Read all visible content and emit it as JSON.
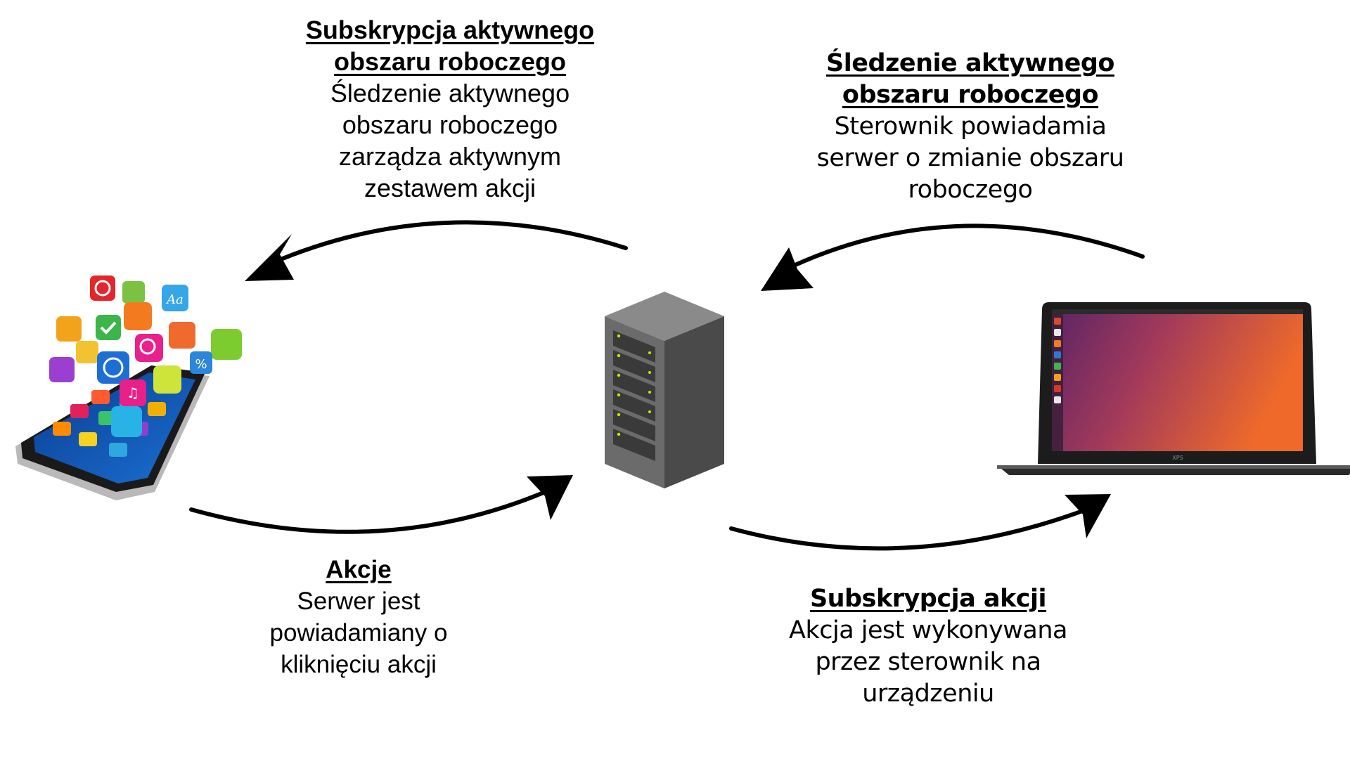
{
  "nodes": {
    "phone": {
      "icon": "smartphone-with-app-icons"
    },
    "server": {
      "icon": "server-rack"
    },
    "laptop": {
      "icon": "laptop-ubuntu-desktop",
      "brand": "XPS",
      "screen_title": "Ubuntu Desktop"
    }
  },
  "labels": {
    "workspace_subscription": {
      "title": "Subskrypcja aktywnego obszaru roboczego",
      "body": "Śledzenie aktywnego\nobszaru roboczego\nzarządza aktywnym\nzestawem akcji"
    },
    "workspace_tracking": {
      "title": "Śledzenie aktywnego obszaru roboczego",
      "body": "Sterownik powiadamia\nserwer o zmianie obszaru\nroboczego"
    },
    "actions": {
      "title": "Akcje",
      "body": "Serwer jest\npowiadamiany o\nkliknięciu akcji"
    },
    "action_subscription": {
      "title": "Subskrypcja akcji",
      "body": "Akcja jest wykonywana\nprzez sterownik na\nurządzeniu"
    }
  },
  "colors": {
    "arrow": "#000000",
    "server_front": "#6b6b6b",
    "server_side": "#4a4a4a",
    "server_top": "#8a8a8a",
    "led": "#d4e000",
    "ubuntu_purple": "#6a2a6e",
    "ubuntu_orange": "#e8612c"
  }
}
